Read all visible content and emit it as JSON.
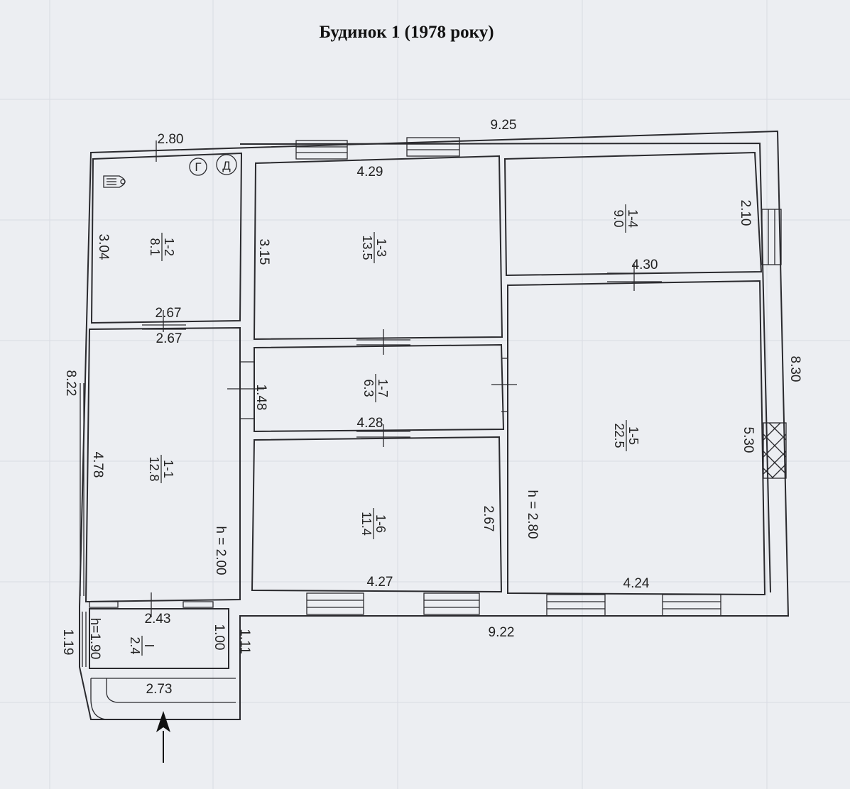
{
  "title": "Будинок 1 (1978 року)",
  "rooms": [
    {
      "id": "1-1",
      "area": "12.8"
    },
    {
      "id": "1-2",
      "area": "8.1"
    },
    {
      "id": "1-3",
      "area": "13.5"
    },
    {
      "id": "1-4",
      "area": "9.0"
    },
    {
      "id": "1-5",
      "area": "22.5"
    },
    {
      "id": "1-6",
      "area": "11.4"
    },
    {
      "id": "1-7",
      "area": "6.3"
    },
    {
      "id": "I",
      "area": "2.4"
    }
  ],
  "dimensions": {
    "top_total": "9.25",
    "bottom_total": "9.22",
    "left_total": "8.22",
    "right_total": "8.30",
    "r12_width": "2.80",
    "r12_height": "3.04",
    "r12_bottom": "2.67",
    "r11_top": "2.67",
    "r11_height": "4.78",
    "r11_h": "h = 2.00",
    "r13_width": "4.29",
    "r13_height": "3.15",
    "r14_height": "2.10",
    "r14_width": "4.30",
    "r17_height": "1.48",
    "r17_width": "4.28",
    "r16_height": "2.67",
    "r16_width": "4.27",
    "r15_height": "5.30",
    "r15_width": "4.24",
    "r15_h": "h = 2.80",
    "rI_width": "2.43",
    "rI_h": "h=1.90",
    "rI_depth": "1.00",
    "rI_side": "1.11",
    "rI_left": "1.19",
    "porch_width": "2.73"
  },
  "symbols": {
    "g": "Г",
    "d": "Д"
  }
}
